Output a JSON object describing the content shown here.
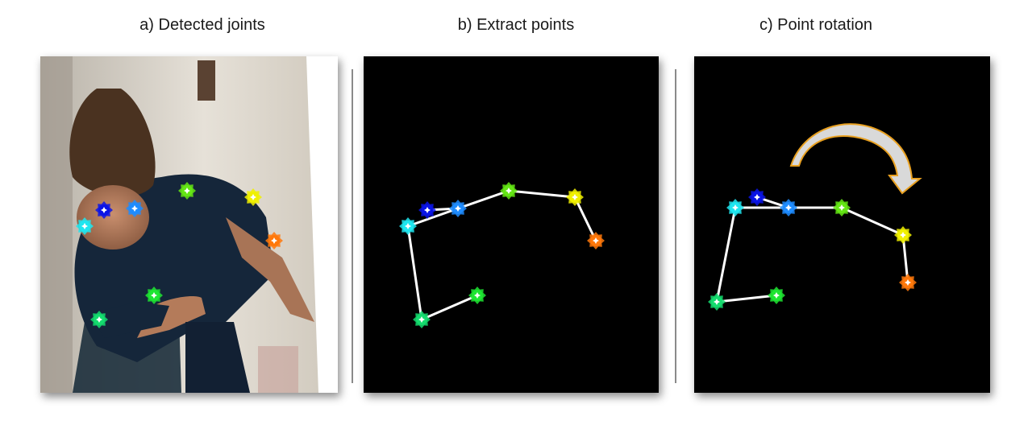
{
  "panels": [
    {
      "id": "a",
      "title": "a) Detected joints"
    },
    {
      "id": "b",
      "title": "b) Extract points"
    },
    {
      "id": "c",
      "title": "c) Point rotation"
    }
  ],
  "colors": {
    "blue": "#0a14e6",
    "azure": "#1e8cff",
    "cyan": "#1ee6f0",
    "lime": "#64e614",
    "yellow": "#f0f000",
    "orange": "#ff780a",
    "green": "#1ee632",
    "spring": "#14dc6e",
    "bone": "#ffffff",
    "arrow_fill": "#d9d9d9",
    "arrow_stroke": "#e8a020"
  }
}
